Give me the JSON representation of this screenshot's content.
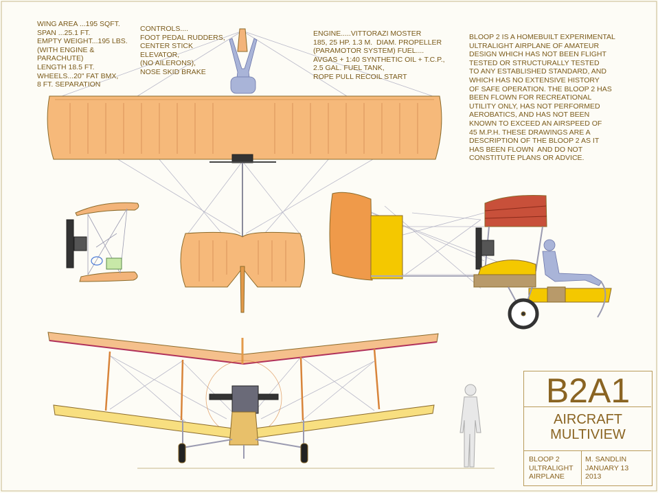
{
  "specs_note": "WING AREA ...195 SQFT.\nSPAN ...25.1 FT.\nEMPTY WEIGHT...195 LBS.\n(WITH ENGINE &\nPARACHUTE)\nLENGTH 18.5 FT.\nWHEELS...20\" FAT BMX,\n8 FT. SEPARATION",
  "controls_note": "CONTROLS....\nFOOT PEDAL RUDDERS,\nCENTER STICK\nELEVATOR,\n(NO AILERONS),\nNOSE SKID BRAKE",
  "engine_note": "ENGINE.....VITTORAZI MOSTER\n185, 25 HP. 1.3 M.  DIAM. PROPELLER\n(PARAMOTOR SYSTEM) FUEL....\nAVGAS + 1:40 SYNTHETIC OIL + T.C.P.,\n2.5 GAL. FUEL TANK,\nROPE PULL RECOIL START",
  "disclaimer_note": "BLOOP 2 IS A HOMEBUILT EXPERIMENTAL\nULTRALIGHT AIRPLANE OF AMATEUR\nDESIGN WHICH HAS NOT BEEN FLIGHT\nTESTED OR STRUCTURALLY TESTED\nTO ANY ESTABLISHED STANDARD, AND\nWHICH HAS NO EXTENSIVE HISTORY\nOF SAFE OPERATION. THE BLOOP 2 HAS\nBEEN FLOWN FOR RECREATIONAL\nUTILITY ONLY, HAS NOT PERFORMED\nAEROBATICS, AND HAS NOT BEEN\nKNOWN TO EXCEED AN AIRSPEED OF\n45 M.P.H. THESE DRAWINGS ARE A\nDESCRIPTION OF THE BLOOP 2 AS IT\nHAS BEEN FLOWN  AND DO NOT\nCONSTITUTE PLANS OR ADVICE.",
  "title_block": {
    "drawing_id": "B2A1",
    "drawing_type": "AIRCRAFT\nMULTIVIEW",
    "aircraft": "BLOOP 2\nULTRALIGHT\nAIRPLANE",
    "author_date": "M. SANDLIN\nJANUARY 13\n2013"
  },
  "colors": {
    "wing_top": "#f6b97a",
    "outline": "#8a6a2a",
    "upper_wing_front": "#f5c08c",
    "lower_wing_front": "#f8df80",
    "seat_yellow": "#f4c800",
    "cowl_red": "#c8503a",
    "pilot_blue": "#a9b4d8",
    "text": "#7a5a1a"
  }
}
